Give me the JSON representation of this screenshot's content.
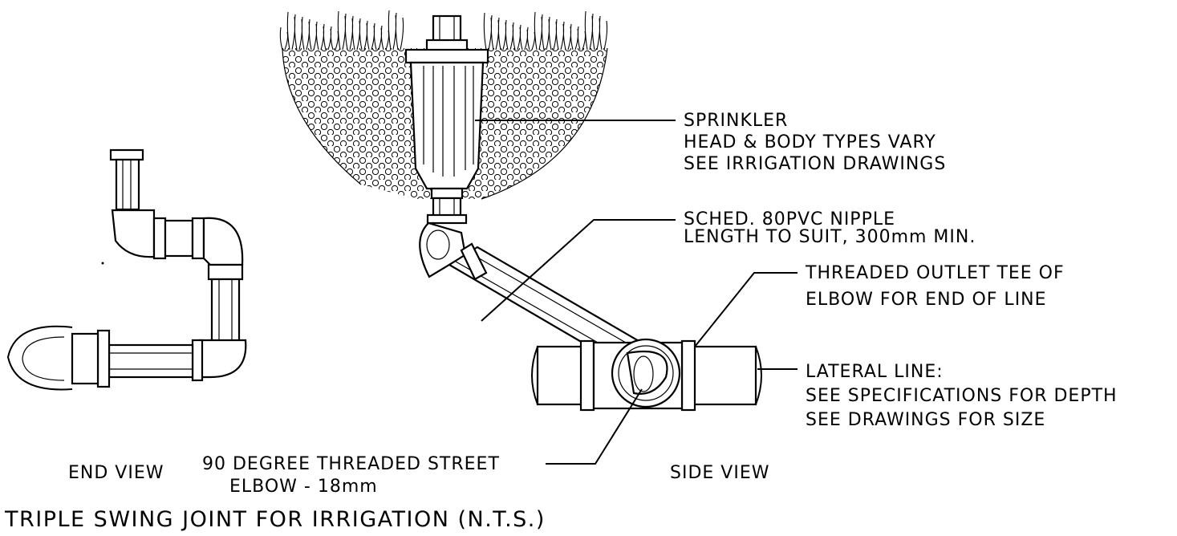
{
  "labels": {
    "sprinkler": [
      "SPRINKLER",
      "HEAD & BODY TYPES VARY",
      "SEE IRRIGATION DRAWINGS"
    ],
    "nipple": [
      "SCHED. 80PVC NIPPLE",
      "LENGTH TO SUIT, 300mm MIN."
    ],
    "tee": [
      "THREADED OUTLET TEE OF",
      "ELBOW FOR END OF LINE"
    ],
    "lateral": [
      "LATERAL LINE:",
      "SEE SPECIFICATIONS FOR DEPTH",
      "SEE DRAWINGS FOR SIZE"
    ],
    "elbow": [
      "90 DEGREE THREADED STREET",
      "ELBOW - 18mm"
    ],
    "end_view": "END VIEW",
    "side_view": "SIDE VIEW",
    "title": "TRIPLE SWING JOINT FOR IRRIGATION (N.T.S.)"
  },
  "colors": {
    "ink": "#000000",
    "paper": "#ffffff"
  }
}
